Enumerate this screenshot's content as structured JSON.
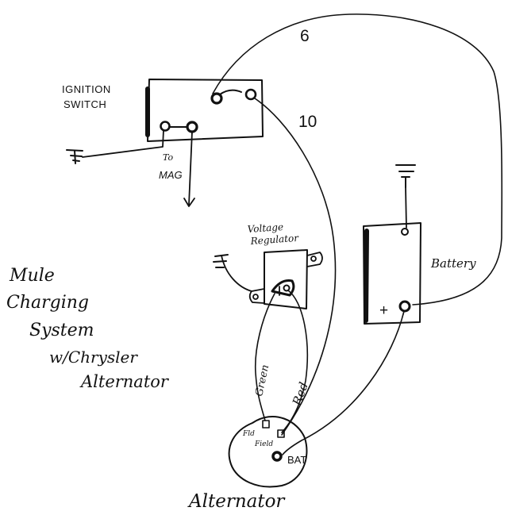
{
  "diagram": {
    "title_lines": [
      "Mule",
      "Charging",
      "System",
      "w/Chrysler",
      "Alternator"
    ],
    "labels": {
      "ignition_line1": "IGNITION",
      "ignition_line2": "SWITCH",
      "to_mag_line1": "To",
      "to_mag_line2": "MAG",
      "wire_6": "6",
      "wire_10": "10",
      "regulator_line1": "Voltage",
      "regulator_line2": "Regulator",
      "battery": "Battery",
      "battery_plus": "+",
      "green_wire": "Green",
      "red_wire": "Red",
      "field_1": "Fld",
      "field_2": "Field",
      "bat_terminal": "BAT",
      "alternator": "Alternator"
    }
  }
}
